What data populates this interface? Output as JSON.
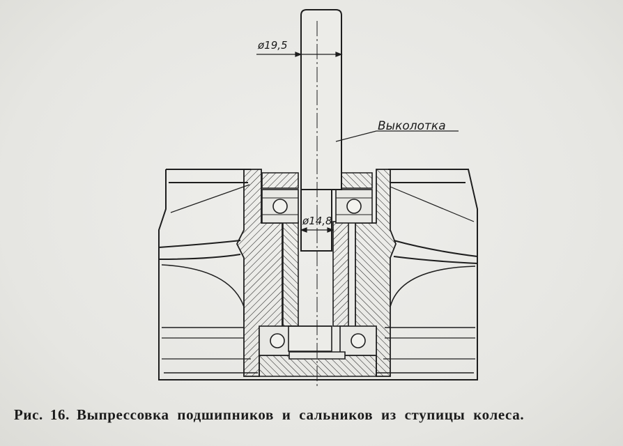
{
  "figure": {
    "dimension_shaft_diameter": "ø19,5",
    "dimension_inner_diameter": "ø14,8",
    "label_tool": "Выколотка"
  },
  "caption": {
    "prefix": "Рис.",
    "number": "16.",
    "text": "Выпрессовка подшипников и сальников из ступицы колеса."
  }
}
